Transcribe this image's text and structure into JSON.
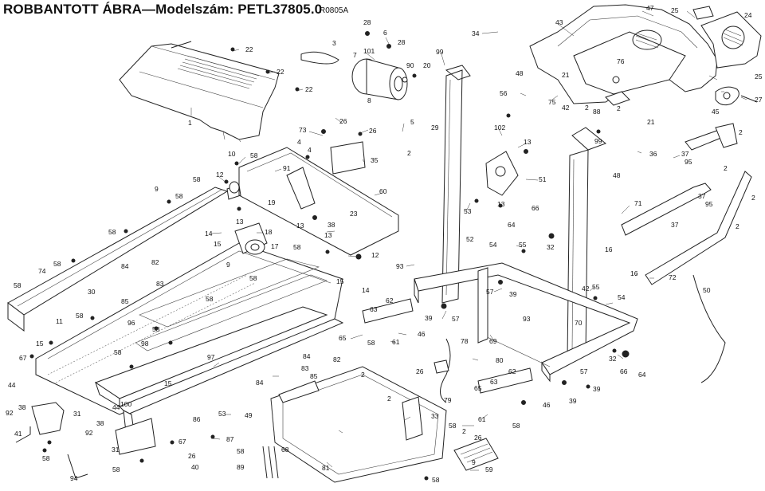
{
  "header": {
    "title": "ROBBANTOTT ÁBRA—Modelszám: PETL37805.0",
    "code": "R0805A"
  },
  "callouts": [
    {
      "id": "c-22a",
      "text": "22"
    },
    {
      "id": "c-22b",
      "text": "22"
    },
    {
      "id": "c-22c",
      "text": "22"
    },
    {
      "id": "c-1",
      "text": "1"
    },
    {
      "id": "c-3",
      "text": "3"
    },
    {
      "id": "c-7",
      "text": "7"
    },
    {
      "id": "c-101",
      "text": "101"
    },
    {
      "id": "c-28a",
      "text": "28"
    },
    {
      "id": "c-6",
      "text": "6"
    },
    {
      "id": "c-28b",
      "text": "28"
    },
    {
      "id": "c-99a",
      "text": "99"
    },
    {
      "id": "c-90",
      "text": "90"
    },
    {
      "id": "c-20",
      "text": "20"
    },
    {
      "id": "c-8",
      "text": "8"
    },
    {
      "id": "c-34",
      "text": "34"
    },
    {
      "id": "c-48a",
      "text": "48"
    },
    {
      "id": "c-43",
      "text": "43"
    },
    {
      "id": "c-47",
      "text": "47"
    },
    {
      "id": "c-25a",
      "text": "25"
    },
    {
      "id": "c-24",
      "text": "24"
    },
    {
      "id": "c-76",
      "text": "76"
    },
    {
      "id": "c-21a",
      "text": "21"
    },
    {
      "id": "c-25b",
      "text": "25"
    },
    {
      "id": "c-56",
      "text": "56"
    },
    {
      "id": "c-75",
      "text": "75"
    },
    {
      "id": "c-42a",
      "text": "42"
    },
    {
      "id": "c-2a",
      "text": "2"
    },
    {
      "id": "c-88",
      "text": "88"
    },
    {
      "id": "c-2b",
      "text": "2"
    },
    {
      "id": "c-27",
      "text": "27"
    },
    {
      "id": "c-45",
      "text": "45"
    },
    {
      "id": "c-21b",
      "text": "21"
    },
    {
      "id": "c-26a",
      "text": "26"
    },
    {
      "id": "c-73",
      "text": "73"
    },
    {
      "id": "c-26b",
      "text": "26"
    },
    {
      "id": "c-5",
      "text": "5"
    },
    {
      "id": "c-29",
      "text": "29"
    },
    {
      "id": "c-2c",
      "text": "2"
    },
    {
      "id": "c-102",
      "text": "102"
    },
    {
      "id": "c-13a",
      "text": "13"
    },
    {
      "id": "c-99b",
      "text": "99"
    },
    {
      "id": "c-2d",
      "text": "2"
    },
    {
      "id": "c-36",
      "text": "36"
    },
    {
      "id": "c-37a",
      "text": "37"
    },
    {
      "id": "c-95a",
      "text": "95"
    },
    {
      "id": "c-2e",
      "text": "2"
    },
    {
      "id": "c-48b",
      "text": "48"
    },
    {
      "id": "c-10",
      "text": "10"
    },
    {
      "id": "c-58a",
      "text": "58"
    },
    {
      "id": "c-4a",
      "text": "4"
    },
    {
      "id": "c-4b",
      "text": "4"
    },
    {
      "id": "c-91",
      "text": "91"
    },
    {
      "id": "c-35",
      "text": "35"
    },
    {
      "id": "c-51",
      "text": "51"
    },
    {
      "id": "c-58b",
      "text": "58"
    },
    {
      "id": "c-12a",
      "text": "12"
    },
    {
      "id": "c-9a",
      "text": "9"
    },
    {
      "id": "c-58c",
      "text": "58"
    },
    {
      "id": "c-19",
      "text": "19"
    },
    {
      "id": "c-60",
      "text": "60"
    },
    {
      "id": "c-53",
      "text": "53"
    },
    {
      "id": "c-13b",
      "text": "13"
    },
    {
      "id": "c-71",
      "text": "71"
    },
    {
      "id": "c-37b",
      "text": "37"
    },
    {
      "id": "c-95b",
      "text": "95"
    },
    {
      "id": "c-2f",
      "text": "2"
    },
    {
      "id": "c-13c",
      "text": "13"
    },
    {
      "id": "c-23",
      "text": "23"
    },
    {
      "id": "c-13d",
      "text": "13"
    },
    {
      "id": "c-38a",
      "text": "38"
    },
    {
      "id": "c-66a",
      "text": "66"
    },
    {
      "id": "c-64a",
      "text": "64"
    },
    {
      "id": "c-37c",
      "text": "37"
    },
    {
      "id": "c-2g",
      "text": "2"
    },
    {
      "id": "c-58d",
      "text": "58"
    },
    {
      "id": "c-14a",
      "text": "14"
    },
    {
      "id": "c-18",
      "text": "18"
    },
    {
      "id": "c-13e",
      "text": "13"
    },
    {
      "id": "c-52",
      "text": "52"
    },
    {
      "id": "c-15a",
      "text": "15"
    },
    {
      "id": "c-17",
      "text": "17"
    },
    {
      "id": "c-58e",
      "text": "58"
    },
    {
      "id": "c-54a",
      "text": "54"
    },
    {
      "id": "c-55a",
      "text": "55"
    },
    {
      "id": "c-32a",
      "text": "32"
    },
    {
      "id": "c-16a",
      "text": "16"
    },
    {
      "id": "c-12b",
      "text": "12"
    },
    {
      "id": "c-58f",
      "text": "58"
    },
    {
      "id": "c-84a",
      "text": "84"
    },
    {
      "id": "c-82a",
      "text": "82"
    },
    {
      "id": "c-9b",
      "text": "9"
    },
    {
      "id": "c-93a",
      "text": "93"
    },
    {
      "id": "c-74",
      "text": "74"
    },
    {
      "id": "c-83a",
      "text": "83"
    },
    {
      "id": "c-58g",
      "text": "58"
    },
    {
      "id": "c-15b",
      "text": "15"
    },
    {
      "id": "c-16b",
      "text": "16"
    },
    {
      "id": "c-72",
      "text": "72"
    },
    {
      "id": "c-58h",
      "text": "58"
    },
    {
      "id": "c-30",
      "text": "30"
    },
    {
      "id": "c-85a",
      "text": "85"
    },
    {
      "id": "c-58i",
      "text": "58"
    },
    {
      "id": "c-14b",
      "text": "14"
    },
    {
      "id": "c-57a",
      "text": "57"
    },
    {
      "id": "c-39a",
      "text": "39"
    },
    {
      "id": "c-42b",
      "text": "42"
    },
    {
      "id": "c-55b",
      "text": "55"
    },
    {
      "id": "c-50",
      "text": "50"
    },
    {
      "id": "c-58j",
      "text": "58"
    },
    {
      "id": "c-11",
      "text": "11"
    },
    {
      "id": "c-96",
      "text": "96"
    },
    {
      "id": "c-63a",
      "text": "63"
    },
    {
      "id": "c-62a",
      "text": "62"
    },
    {
      "id": "c-39b",
      "text": "39"
    },
    {
      "id": "c-57b",
      "text": "57"
    },
    {
      "id": "c-93b",
      "text": "93"
    },
    {
      "id": "c-70",
      "text": "70"
    },
    {
      "id": "c-54b",
      "text": "54"
    },
    {
      "id": "c-58k",
      "text": "58"
    },
    {
      "id": "c-15c",
      "text": "15"
    },
    {
      "id": "c-98",
      "text": "98"
    },
    {
      "id": "c-65a",
      "text": "65"
    },
    {
      "id": "c-61a",
      "text": "61"
    },
    {
      "id": "c-46a",
      "text": "46"
    },
    {
      "id": "c-78",
      "text": "78"
    },
    {
      "id": "c-69",
      "text": "69"
    },
    {
      "id": "c-67a",
      "text": "67"
    },
    {
      "id": "c-58l",
      "text": "58"
    },
    {
      "id": "c-97",
      "text": "97"
    },
    {
      "id": "c-84b",
      "text": "84"
    },
    {
      "id": "c-82b",
      "text": "82"
    },
    {
      "id": "c-58m",
      "text": "58"
    },
    {
      "id": "c-80",
      "text": "80"
    },
    {
      "id": "c-32b",
      "text": "32"
    },
    {
      "id": "c-83b",
      "text": "83"
    },
    {
      "id": "c-2h",
      "text": "2"
    },
    {
      "id": "c-85b",
      "text": "85"
    },
    {
      "id": "c-62b",
      "text": "62"
    },
    {
      "id": "c-57c",
      "text": "57"
    },
    {
      "id": "c-66b",
      "text": "66"
    },
    {
      "id": "c-64b",
      "text": "64"
    },
    {
      "id": "c-44a",
      "text": "44"
    },
    {
      "id": "c-84c",
      "text": "84"
    },
    {
      "id": "c-15d",
      "text": "15"
    },
    {
      "id": "c-26c",
      "text": "26"
    },
    {
      "id": "c-39c",
      "text": "39"
    },
    {
      "id": "c-38b",
      "text": "38"
    },
    {
      "id": "c-2i",
      "text": "2"
    },
    {
      "id": "c-79",
      "text": "79"
    },
    {
      "id": "c-65b",
      "text": "65"
    },
    {
      "id": "c-63b",
      "text": "63"
    },
    {
      "id": "c-39d",
      "text": "39"
    },
    {
      "id": "c-92a",
      "text": "92"
    },
    {
      "id": "c-31a",
      "text": "31"
    },
    {
      "id": "c-44b",
      "text": "44"
    },
    {
      "id": "c-100",
      "text": "100"
    },
    {
      "id": "c-53b",
      "text": "53"
    },
    {
      "id": "c-49",
      "text": "49"
    },
    {
      "id": "c-46b",
      "text": "46"
    },
    {
      "id": "c-86",
      "text": "86"
    },
    {
      "id": "c-33",
      "text": "33"
    },
    {
      "id": "c-58n",
      "text": "58"
    },
    {
      "id": "c-61b",
      "text": "61"
    },
    {
      "id": "c-58o",
      "text": "58"
    },
    {
      "id": "c-38c",
      "text": "38"
    },
    {
      "id": "c-2j",
      "text": "2"
    },
    {
      "id": "c-41",
      "text": "41"
    },
    {
      "id": "c-92b",
      "text": "92"
    },
    {
      "id": "c-87",
      "text": "87"
    },
    {
      "id": "c-26d",
      "text": "26"
    },
    {
      "id": "c-31b",
      "text": "31"
    },
    {
      "id": "c-67b",
      "text": "67"
    },
    {
      "id": "c-58p",
      "text": "58"
    },
    {
      "id": "c-68",
      "text": "68"
    },
    {
      "id": "c-58q",
      "text": "58"
    },
    {
      "id": "c-26e",
      "text": "26"
    },
    {
      "id": "c-40",
      "text": "40"
    },
    {
      "id": "c-89",
      "text": "89"
    },
    {
      "id": "c-81",
      "text": "81"
    },
    {
      "id": "c-59",
      "text": "59"
    },
    {
      "id": "c-58r",
      "text": "58"
    },
    {
      "id": "c-58s",
      "text": "58"
    },
    {
      "id": "c-94",
      "text": "94"
    },
    {
      "id": "c-9c",
      "text": "9"
    }
  ]
}
